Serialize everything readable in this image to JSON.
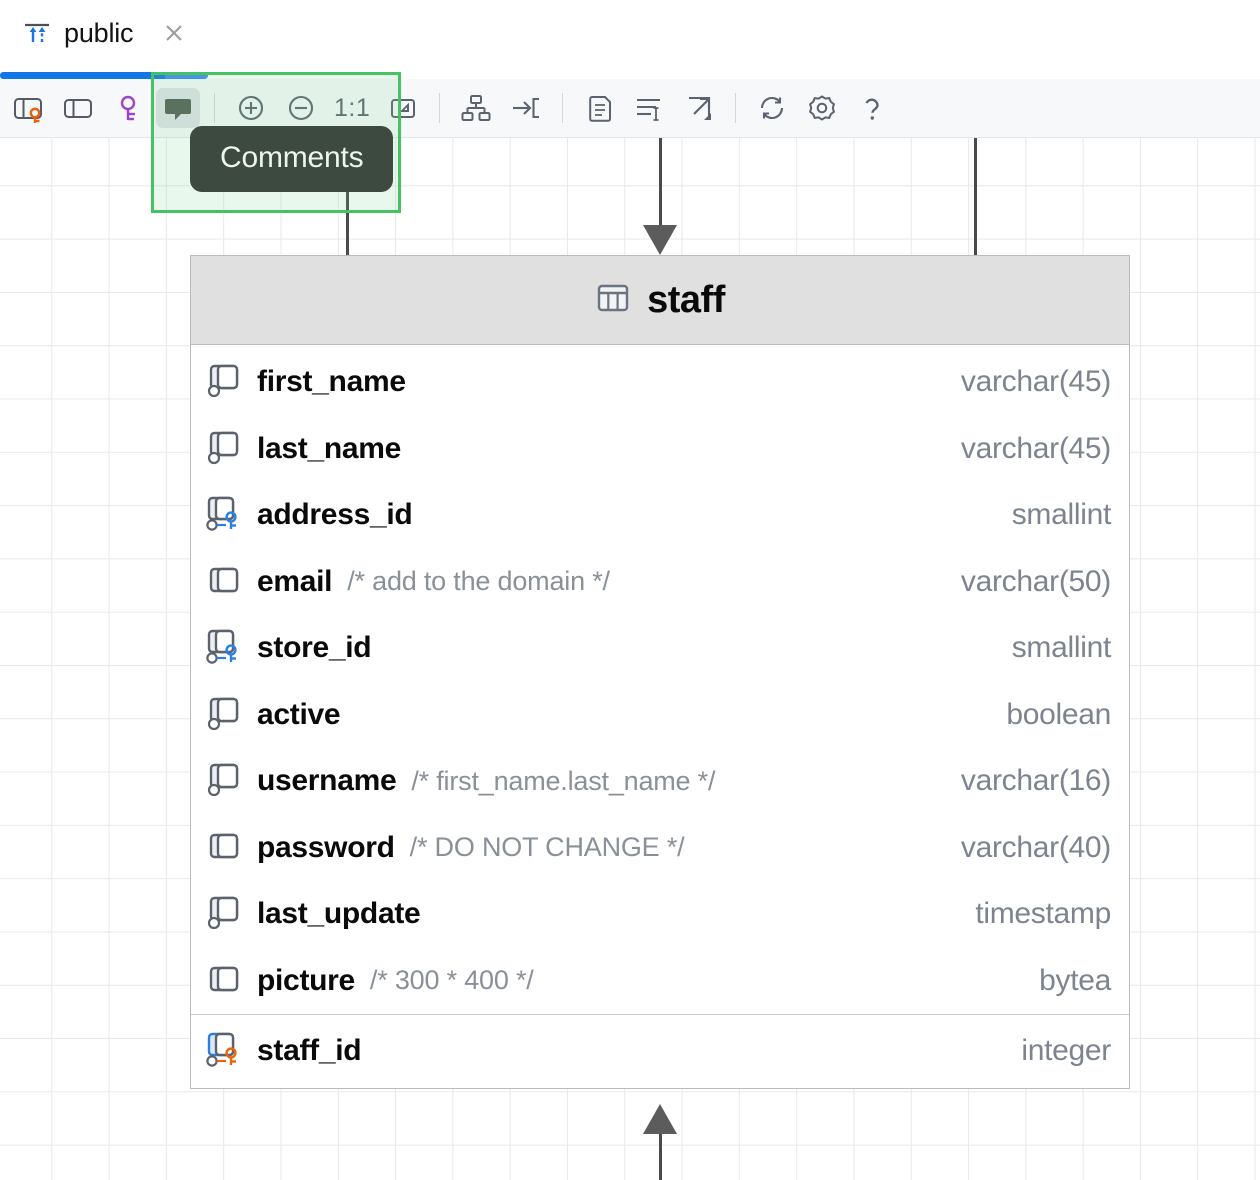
{
  "tab": {
    "title": "public",
    "icon": "schema-diagram-icon",
    "close_label": "×"
  },
  "progress": {
    "percent": 16.5
  },
  "toolbar": {
    "left_buttons": [
      {
        "name": "show-table-columns-keys-button",
        "icon": "table-key-icon",
        "toggled": false
      },
      {
        "name": "show-columns-button",
        "icon": "split-panel-icon",
        "toggled": false
      },
      {
        "name": "show-keys-button",
        "icon": "key-icon",
        "toggled": false
      },
      {
        "name": "comments-button",
        "icon": "comment-bubble-icon",
        "toggled": true,
        "tooltip": "Comments"
      }
    ],
    "zoom_in_label": "+",
    "zoom_out_label": "−",
    "zoom_level_label": "1:1",
    "right_buttons": [
      {
        "name": "fit-to-screen-button",
        "icon": "fit-screen-icon"
      },
      {
        "name": "layout-hierarchy-button",
        "icon": "hierarchy-icon"
      },
      {
        "name": "jump-to-button",
        "icon": "arrow-to-bracket-icon"
      },
      {
        "name": "copy-diagram-button",
        "icon": "document-copy-icon"
      },
      {
        "name": "edit-text-button",
        "icon": "text-cursor-icon"
      },
      {
        "name": "export-button",
        "icon": "export-arrow-icon"
      },
      {
        "name": "refresh-button",
        "icon": "refresh-icon"
      },
      {
        "name": "settings-button",
        "icon": "gear-icon"
      },
      {
        "name": "help-button",
        "icon": "question-mark-icon"
      }
    ]
  },
  "tooltip": {
    "text": "Comments"
  },
  "diagram": {
    "entity": {
      "name": "staff",
      "icon": "table-icon",
      "columns": [
        {
          "name": "first_name",
          "type": "varchar(45)",
          "comment": "",
          "icon": "column-notnull-icon",
          "key": "none"
        },
        {
          "name": "last_name",
          "type": "varchar(45)",
          "comment": "",
          "icon": "column-notnull-icon",
          "key": "none"
        },
        {
          "name": "address_id",
          "type": "smallint",
          "comment": "",
          "icon": "column-notnull-icon",
          "key": "foreign"
        },
        {
          "name": "email",
          "type": "varchar(50)",
          "comment": "/* add to the domain */",
          "icon": "column-nullable-icon",
          "key": "none"
        },
        {
          "name": "store_id",
          "type": "smallint",
          "comment": "",
          "icon": "column-notnull-icon",
          "key": "foreign"
        },
        {
          "name": "active",
          "type": "boolean",
          "comment": "",
          "icon": "column-notnull-icon",
          "key": "none"
        },
        {
          "name": "username",
          "type": "varchar(16)",
          "comment": "/* first_name.last_name */",
          "icon": "column-notnull-icon",
          "key": "none"
        },
        {
          "name": "password",
          "type": "varchar(40)",
          "comment": "/* DO NOT CHANGE */",
          "icon": "column-nullable-icon",
          "key": "none"
        },
        {
          "name": "last_update",
          "type": "timestamp",
          "comment": "",
          "icon": "column-notnull-icon",
          "key": "none"
        },
        {
          "name": "picture",
          "type": "bytea",
          "comment": "/* 300 * 400 */",
          "icon": "column-nullable-icon",
          "key": "none"
        }
      ],
      "primary_key": {
        "name": "staff_id",
        "type": "integer",
        "comment": "",
        "icon": "column-pk-icon",
        "key": "primary"
      }
    }
  },
  "colors": {
    "accent_blue": "#1376e8",
    "highlight_green": "#46c164",
    "tooltip_bg": "#3c4a40",
    "fk_key": "#2b7fe0",
    "pk_key": "#e8630a",
    "purple_key": "#9c45c9",
    "type_text": "#7d848f",
    "comment_text": "#8a9099",
    "header_bg": "#e0e0e0"
  }
}
